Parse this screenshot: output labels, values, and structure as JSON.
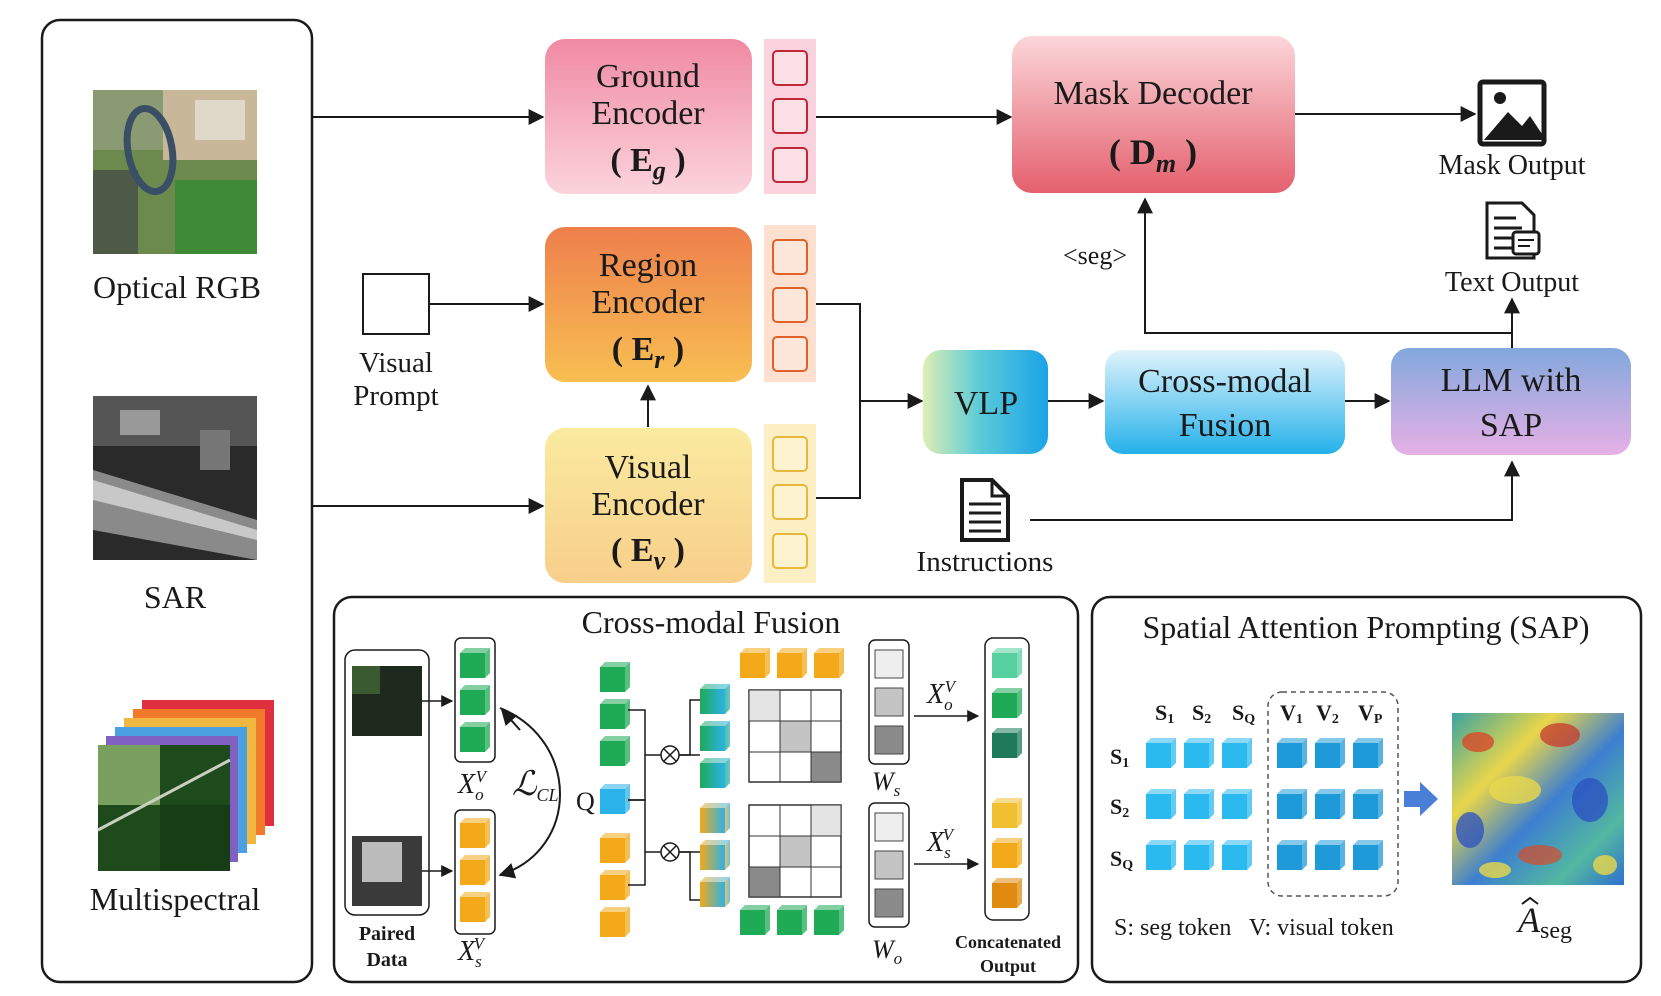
{
  "inputs": {
    "optical": "Optical RGB",
    "sar": "SAR",
    "multispectral": "Multispectral",
    "visual_prompt_line1": "Visual",
    "visual_prompt_line2": "Prompt"
  },
  "encoders": {
    "ground_line1": "Ground",
    "ground_line2": "Encoder",
    "ground_sym": "E",
    "ground_sub": "g",
    "region_line1": "Region",
    "region_line2": "Encoder",
    "region_sym": "E",
    "region_sub": "r",
    "visual_line1": "Visual",
    "visual_line2": "Encoder",
    "visual_sym": "E",
    "visual_sub": "v"
  },
  "decoder": {
    "title": "Mask Decoder",
    "sym": "D",
    "sub": "m",
    "seg_token": "<seg>"
  },
  "pipeline": {
    "vlp": "VLP",
    "fusion_line1": "Cross-modal",
    "fusion_line2": "Fusion",
    "llm_line1": "LLM with",
    "llm_line2": "SAP",
    "instructions": "Instructions"
  },
  "outputs": {
    "mask": "Mask Output",
    "text": "Text Output"
  },
  "fusion_panel": {
    "title": "Cross-modal Fusion",
    "paired_line1": "Paired",
    "paired_line2": "Data",
    "xo": "X",
    "xo_sub": "o",
    "xo_sup": "V",
    "xs": "X",
    "xs_sub": "s",
    "xs_sup": "V",
    "loss": "ℒ",
    "loss_sub": "CL",
    "q": "Q",
    "ws": "W",
    "ws_sub": "s",
    "wo": "W",
    "wo_sub": "o",
    "concat_line1": "Concatenated",
    "concat_line2": "Output"
  },
  "sap_panel": {
    "title": "Spatial Attention Prompting (SAP)",
    "col_s1": "S",
    "col_s1_sub": "1",
    "col_s2": "S",
    "col_s2_sub": "2",
    "col_sq": "S",
    "col_sq_sub": "Q",
    "col_v1": "V",
    "col_v1_sub": "1",
    "col_v2": "V",
    "col_v2_sub": "2",
    "col_vp": "V",
    "col_vp_sub": "P",
    "row_s1": "S",
    "row_s1_sub": "1",
    "row_s2": "S",
    "row_s2_sub": "2",
    "row_sq": "S",
    "row_sq_sub": "Q",
    "legend": "S: seg token   V: visual token",
    "aseg": "A",
    "aseg_sub": "seg"
  },
  "colors": {
    "ground": "#f08ca4",
    "region": "#f0884a",
    "visual": "#f8d888",
    "decoder": "#e66e7c",
    "cube_green": "#1faa55",
    "cube_orange": "#f3a91a",
    "cube_blue": "#2bb2ea"
  }
}
